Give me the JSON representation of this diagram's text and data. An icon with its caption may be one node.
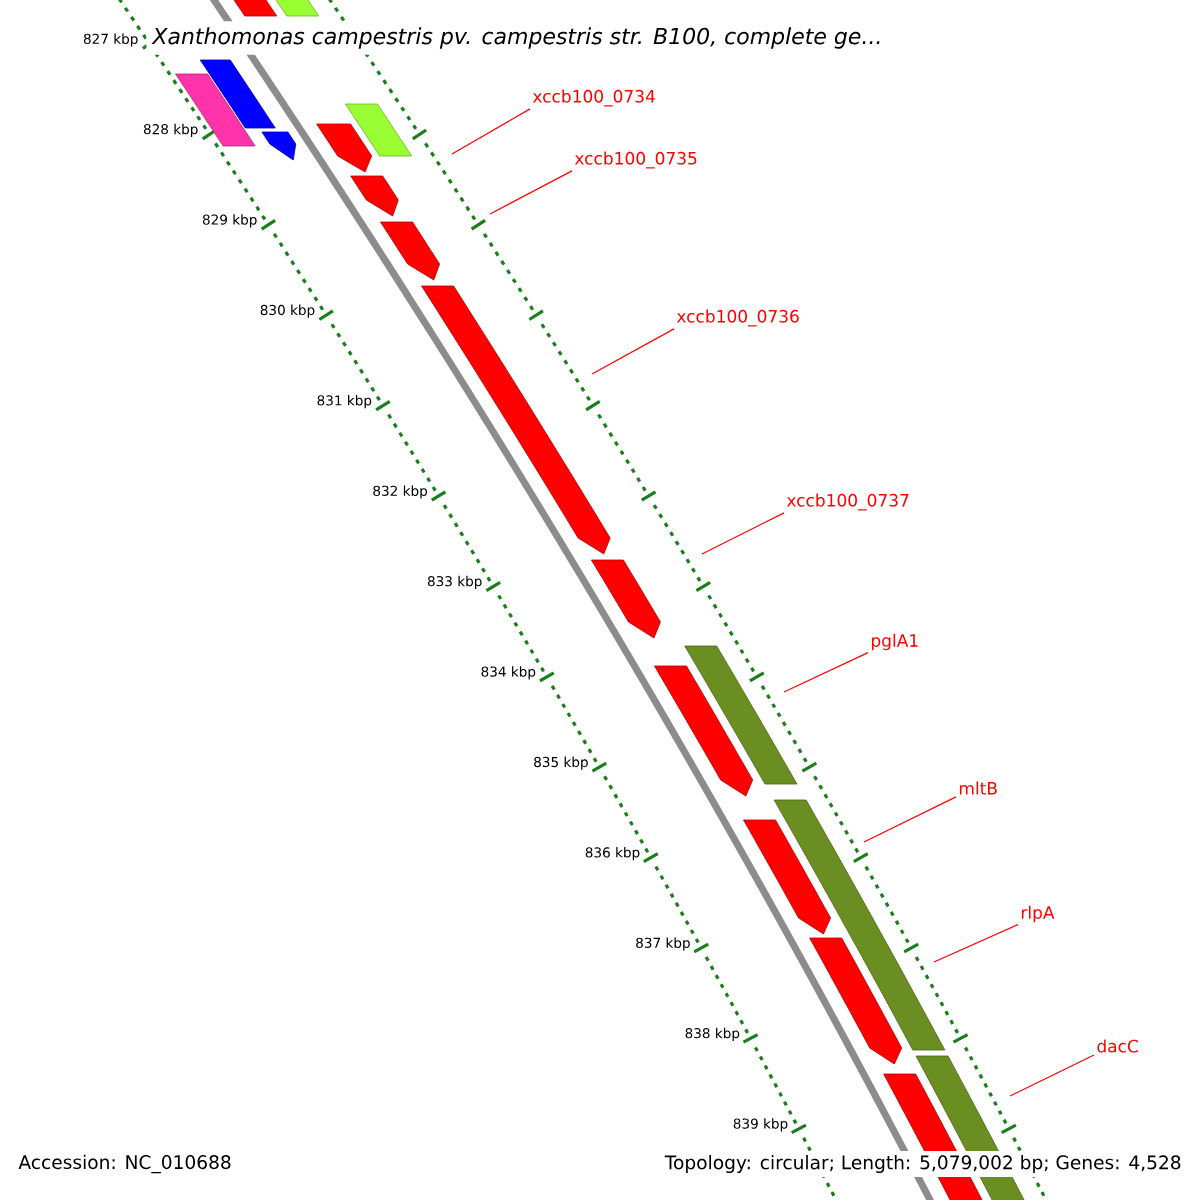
{
  "diagram": {
    "title": "Xanthomonas campestris pv. campestris str. B100, complete ge...",
    "nodes": [
      {
        "text": [
          "xccb100_0734"
        ]
      },
      {
        "text": [
          "xccb100_0735"
        ]
      },
      {
        "text": [
          "xccb100_0736"
        ]
      },
      {
        "text": [
          "xccb100_0737"
        ]
      },
      {
        "text": [
          "pglA1"
        ]
      },
      {
        "text": [
          "mltB"
        ]
      },
      {
        "text": [
          "rlpA"
        ]
      },
      {
        "text": [
          "dacC"
        ]
      }
    ],
    "edges": [
      {
        "from": 0,
        "to": null,
        "arrow": "none"
      },
      {
        "from": 1,
        "to": null,
        "arrow": "none"
      },
      {
        "from": 2,
        "to": null,
        "arrow": "none"
      },
      {
        "from": 3,
        "to": null,
        "arrow": "none"
      },
      {
        "from": 4,
        "to": null,
        "arrow": "none"
      },
      {
        "from": 5,
        "to": null,
        "arrow": "none"
      },
      {
        "from": 6,
        "to": null,
        "arrow": "none"
      },
      {
        "from": 7,
        "to": null,
        "arrow": "none"
      }
    ],
    "labels": [
      "827 kbp",
      "828 kbp",
      "829 kbp",
      "830 kbp",
      "831 kbp",
      "832 kbp",
      "833 kbp",
      "834 kbp",
      "835 kbp",
      "836 kbp",
      "837 kbp",
      "838 kbp",
      "839 kbp",
      "Accession: NC_010688",
      "Topology: circular; Length: 5,079,002 bp; Genes: 4,528"
    ]
  }
}
